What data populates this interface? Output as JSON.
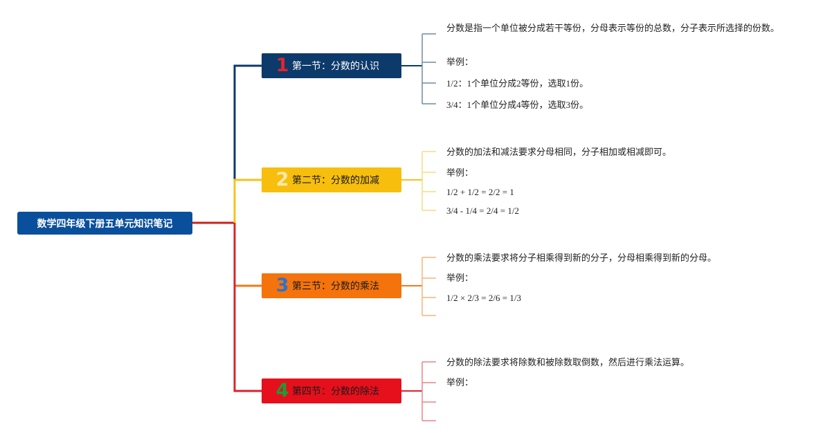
{
  "root": {
    "label": "数学四年级下册五单元知识笔记",
    "color": "#0a4f9c"
  },
  "sections": [
    {
      "number": "1",
      "title": "第一节：分数的认识",
      "bg": "#0c3a6a",
      "numColor": "#e0252c",
      "titleColor": "#ffffff",
      "lineColor": "#0c3a6a",
      "leafLineColor": "#6f8aa3",
      "leaves": [
        "分数是指一个单位被分成若干等份，分母表示等份的总数，分子表示所选择的份数。",
        "举例：",
        "1/2：1个单位分成2等份，选取1份。",
        "3/4：1个单位分成4等份，选取3份。"
      ]
    },
    {
      "number": "2",
      "title": "第二节：分数的加减",
      "bg": "#f7be0d",
      "numColor": "#fde9a8",
      "titleColor": "#1a1a1a",
      "lineColor": "#f5c21b",
      "leafLineColor": "#f7dc83",
      "leaves": [
        "分数的加法和减法要求分母相同，分子相加或相减即可。",
        "举例：",
        "1/2 + 1/2 = 2/2 = 1",
        "3/4 - 1/4 = 2/4 = 1/2"
      ]
    },
    {
      "number": "3",
      "title": "第三节：分数的乘法",
      "bg": "#f5730c",
      "numColor": "#2f72c9",
      "titleColor": "#1a1a1a",
      "lineColor": "#f07a1a",
      "leafLineColor": "#f2b57a",
      "leaves": [
        "分数的乘法要求将分子相乘得到新的分子，分母相乘得到新的分母。",
        "举例：",
        "1/2 × 2/3 = 2/6 = 1/3",
        ""
      ]
    },
    {
      "number": "4",
      "title": "第四节：分数的除法",
      "bg": "#e5101c",
      "numColor": "#1f9a37",
      "titleColor": "#1a1a1a",
      "lineColor": "#d9232d",
      "leafLineColor": "#e8838a",
      "leaves": [
        "分数的除法要求将除数和被除数取倒数，然后进行乘法运算。",
        "举例：",
        "",
        ""
      ]
    }
  ],
  "rootLineColor": "#cc1f1a"
}
